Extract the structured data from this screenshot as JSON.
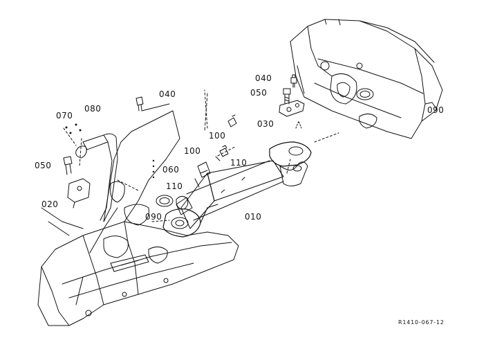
{
  "diagram": {
    "drawing_code": "R1410-067-12",
    "callouts": {
      "c040_top": "040",
      "c050_top": "050",
      "c090_right": "090",
      "c030": "030",
      "c040_mid": "040",
      "c100_upper": "100",
      "c100_lower": "100",
      "c110_right": "110",
      "c110_left": "110",
      "c060": "060",
      "c090_left": "090",
      "c010": "010",
      "c070": "070",
      "c080": "080",
      "c050_left": "050",
      "c020": "020"
    },
    "colors": {
      "ink": "#111111",
      "paper": "#ffffff"
    }
  }
}
